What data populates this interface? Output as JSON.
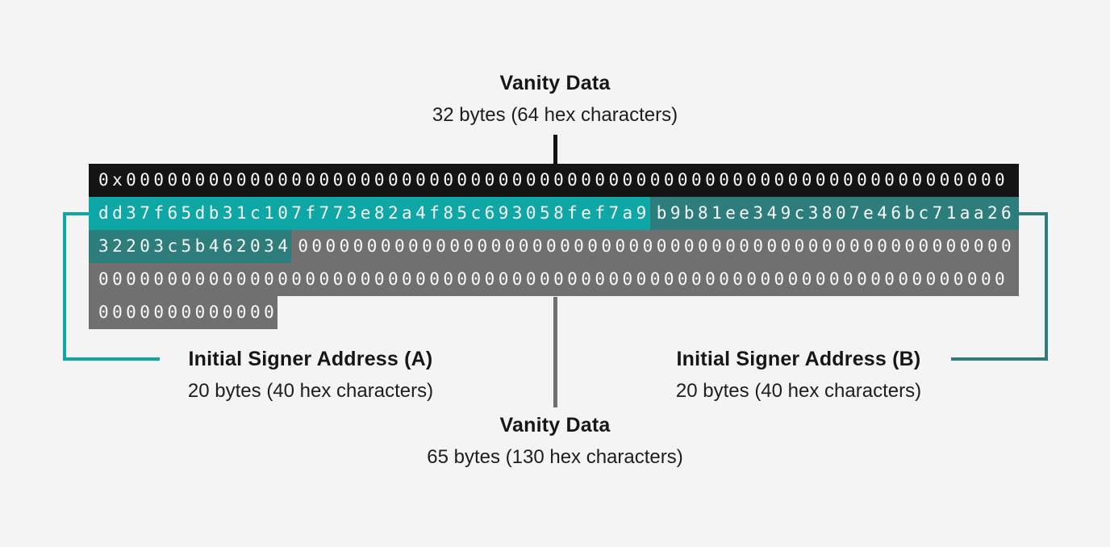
{
  "colors": {
    "background": "#f4f4f4",
    "black_row": "#141414",
    "teal_a": "#0fa6a6",
    "teal_b": "#2e7d7d",
    "gray_row": "#707070",
    "text_on_bars": "#fafafa",
    "label_text": "#161616",
    "connector_black": "#141414",
    "connector_gray": "#707070",
    "bracket_left": "#0fa6a6",
    "bracket_right": "#2e7d7d"
  },
  "labels": {
    "top": {
      "title": "Vanity Data",
      "subtitle": "32 bytes (64 hex characters)"
    },
    "signer_a": {
      "title": "Initial Signer Address (A)",
      "subtitle": "20 bytes (40 hex characters)"
    },
    "signer_b": {
      "title": "Initial Signer Address (B)",
      "subtitle": "20 bytes (40 hex characters)"
    },
    "bottom": {
      "title": "Vanity Data",
      "subtitle": "65 bytes (130 hex characters)"
    }
  },
  "hex_rows": [
    {
      "name": "hex-row-prefix",
      "full_width": true,
      "segments": [
        {
          "color": "black_row",
          "text": "0x0000000000000000000000000000000000000000000000000000000000000000"
        }
      ]
    },
    {
      "name": "hex-row-signer-a",
      "full_width": true,
      "segments": [
        {
          "color": "teal_a",
          "text": "dd37f65db31c107f773e82a4f85c693058fef7a9"
        },
        {
          "color": "teal_b",
          "text": "b9b81ee349c3807e46bc71aa26"
        }
      ]
    },
    {
      "name": "hex-row-signer-b-continued",
      "full_width": true,
      "segments": [
        {
          "color": "teal_b",
          "text": "32203c5b462034"
        },
        {
          "color": "gray_row",
          "text": "0000000000000000000000000000000000000000000000000000"
        }
      ]
    },
    {
      "name": "hex-row-zero-padding",
      "full_width": true,
      "segments": [
        {
          "color": "gray_row",
          "text": "000000000000000000000000000000000000000000000000000000000000000000"
        }
      ]
    },
    {
      "name": "hex-row-zero-padding-tail",
      "full_width": false,
      "segments": [
        {
          "color": "gray_row",
          "text": "0000000000000"
        }
      ]
    }
  ]
}
